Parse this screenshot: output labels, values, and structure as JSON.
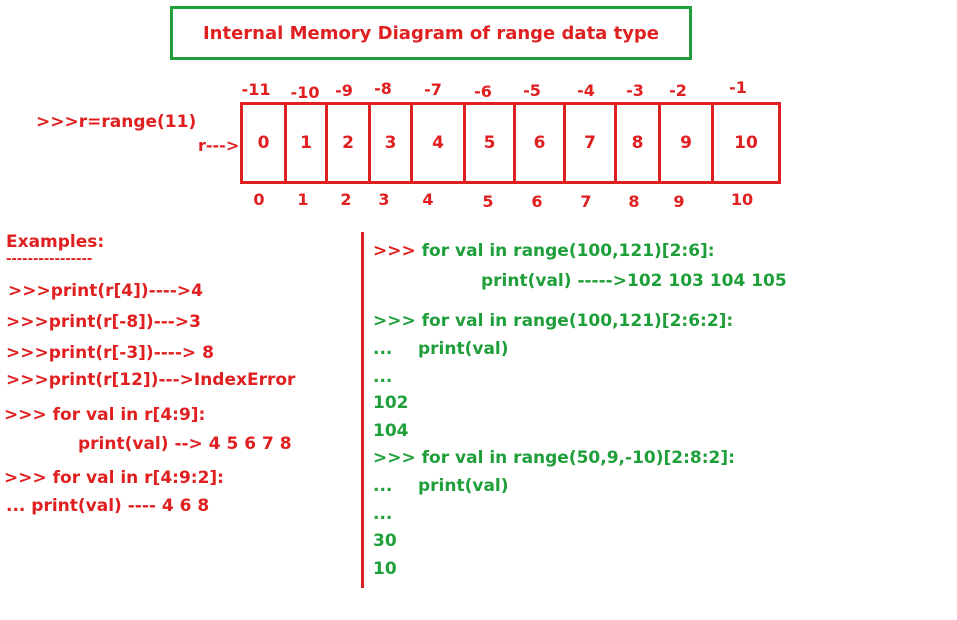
{
  "title": "Internal Memory Diagram of range data type",
  "range_code": ">>>r=range(11)",
  "r_label": "r--->",
  "cells": [
    "0",
    "1",
    "2",
    "3",
    "4",
    "5",
    "6",
    "7",
    "8",
    "9",
    "10"
  ],
  "negative_indices": [
    "-11",
    "-10",
    "-9",
    "-8",
    "-7",
    "-6",
    "-5",
    "-4",
    "-3",
    "-2",
    "-1"
  ],
  "positive_indices": [
    "0",
    "1",
    "2",
    "3",
    "4",
    "5",
    "6",
    "7",
    "8",
    "9",
    "10"
  ],
  "examples": {
    "heading": "Examples:",
    "underline": "----------------",
    "lines": [
      ">>>print(r[4])---->4",
      ">>>print(r[-8])--->3",
      ">>>print(r[-3])----> 8",
      ">>>print(r[12])--->IndexError",
      ">>> for val in r[4:9]:",
      "print(val) --> 4 5 6 7 8",
      ">>> for val in r[4:9:2]:",
      "...     print(val) ---- 4  6  8"
    ]
  },
  "right": {
    "b1_prompt": ">>> ",
    "b1_code": "for val in range(100,121)[2:6]:",
    "b1_print": "print(val) ----->",
    "b1_output": "102  103  104  105",
    "b2_prompt": ">>> ",
    "b2_code": "for val in range(100,121)[2:6:2]:",
    "b2_dots": "...",
    "b2_print": "print(val)",
    "b2_dots2": "...",
    "b2_out1": "102",
    "b2_out2": "104",
    "b3_prompt": ">>> ",
    "b3_code": "for val in range(50,9,-10)[2:8:2]:",
    "b3_dots": "...",
    "b3_print": "print(val)",
    "b3_dots2": "...",
    "b3_out1": "30",
    "b3_out2": "10"
  },
  "colors": {
    "red": "#e02020",
    "green": "#1f9f3a"
  }
}
